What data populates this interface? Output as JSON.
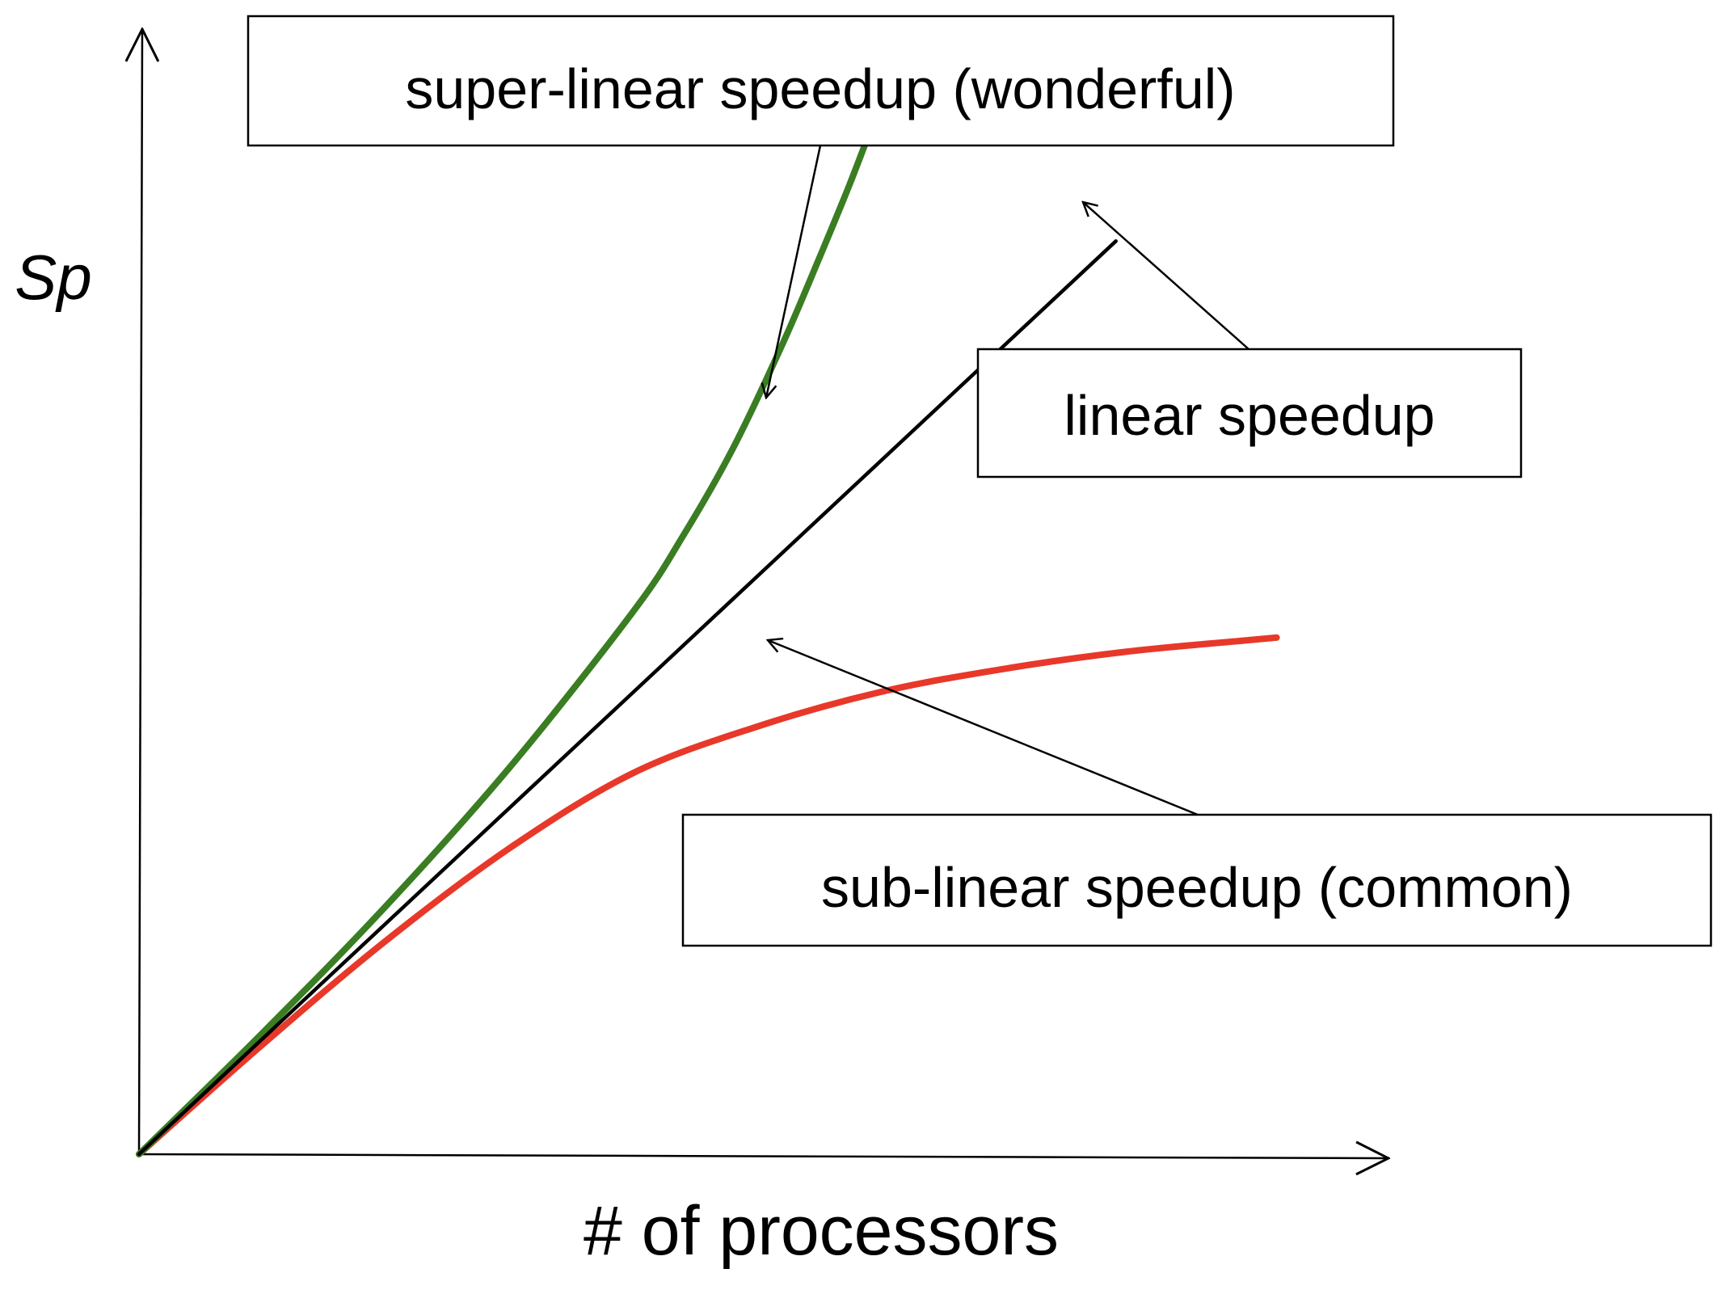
{
  "chart_data": {
    "type": "line",
    "xlabel": "# of processors",
    "ylabel": "Sp",
    "grid": false,
    "legend": "none",
    "series": [
      {
        "name": "linear speedup",
        "color": "#000000",
        "x": [
          0,
          0.1,
          0.2,
          0.3,
          0.4,
          0.5,
          0.6,
          0.7,
          0.79
        ],
        "y": [
          0,
          0.1,
          0.2,
          0.3,
          0.4,
          0.5,
          0.6,
          0.7,
          0.79
        ]
      },
      {
        "name": "super-linear speedup (wonderful)",
        "color": "#3a7d22",
        "x": [
          0,
          0.1,
          0.2,
          0.3,
          0.4,
          0.44,
          0.48,
          0.52,
          0.55,
          0.575,
          0.6
        ],
        "y": [
          0,
          0.105,
          0.215,
          0.335,
          0.47,
          0.535,
          0.61,
          0.7,
          0.775,
          0.84,
          0.91
        ]
      },
      {
        "name": "sub-linear speedup (common)",
        "color": "#e8382a",
        "x": [
          0,
          0.1,
          0.2,
          0.3,
          0.4,
          0.5,
          0.6,
          0.7,
          0.8,
          0.9,
          0.92
        ],
        "y": [
          0,
          0.095,
          0.185,
          0.265,
          0.33,
          0.37,
          0.4,
          0.42,
          0.435,
          0.445,
          0.447
        ]
      }
    ],
    "annotations": [
      {
        "text": "super-linear speedup (wonderful)",
        "series": "super-linear speedup (wonderful)",
        "target": [
          0.48,
          0.61
        ]
      },
      {
        "text": "linear speedup",
        "series": "linear speedup",
        "target": [
          0.76,
          0.76
        ]
      },
      {
        "text": "sub-linear speedup (common)",
        "series": "sub-linear speedup (common)",
        "target": [
          0.5,
          0.37
        ]
      }
    ]
  }
}
